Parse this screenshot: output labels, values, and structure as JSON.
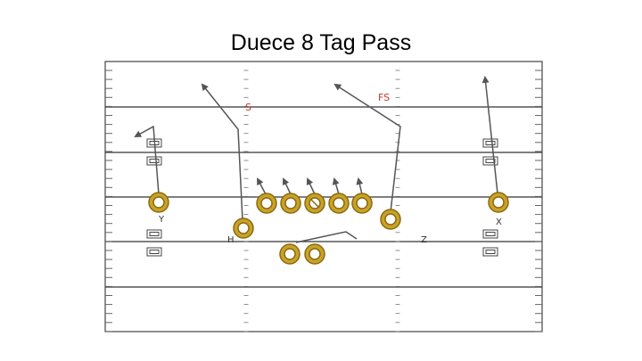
{
  "title": "Duece 8 Tag Pass",
  "colors": {
    "player_fill": "#c9a227",
    "player_ring": "#8a6b10",
    "route": "#555555",
    "defense_label": "#c0392b",
    "yard_line": "#333333"
  },
  "defense": [
    {
      "label": "S"
    },
    {
      "label": "FS"
    }
  ],
  "offense_labels": [
    {
      "label": "Y"
    },
    {
      "label": "H"
    },
    {
      "label": "Z"
    },
    {
      "label": "X"
    }
  ]
}
